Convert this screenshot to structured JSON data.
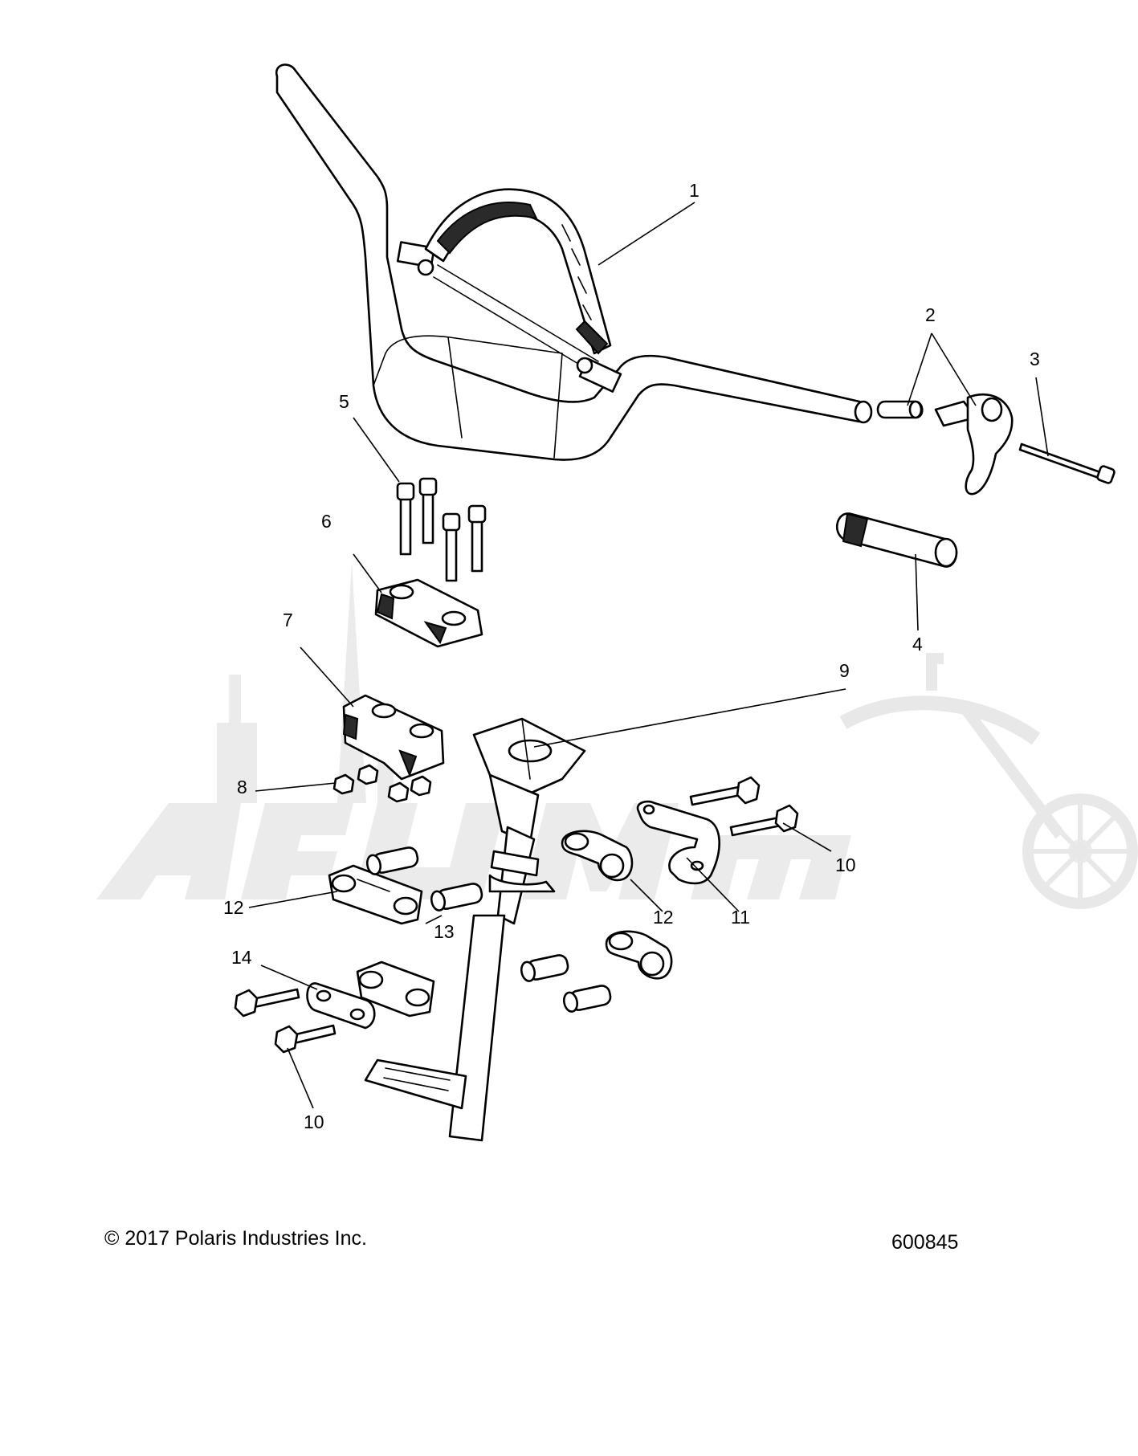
{
  "diagram": {
    "callouts": [
      {
        "id": "callout-1",
        "label": "1"
      },
      {
        "id": "callout-2",
        "label": "2"
      },
      {
        "id": "callout-3",
        "label": "3"
      },
      {
        "id": "callout-4",
        "label": "4"
      },
      {
        "id": "callout-5",
        "label": "5"
      },
      {
        "id": "callout-6",
        "label": "6"
      },
      {
        "id": "callout-7",
        "label": "7"
      },
      {
        "id": "callout-8",
        "label": "8"
      },
      {
        "id": "callout-9",
        "label": "9"
      },
      {
        "id": "callout-10a",
        "label": "10"
      },
      {
        "id": "callout-10b",
        "label": "10"
      },
      {
        "id": "callout-11",
        "label": "11"
      },
      {
        "id": "callout-12a",
        "label": "12"
      },
      {
        "id": "callout-12b",
        "label": "12"
      },
      {
        "id": "callout-13",
        "label": "13"
      },
      {
        "id": "callout-14",
        "label": "14"
      }
    ]
  },
  "footer": {
    "copyright": "© 2017 Polaris Industries Inc.",
    "diagram_number": "600845"
  },
  "colors": {
    "line": "#000000",
    "watermark": "#e9e9e9",
    "background": "#ffffff"
  }
}
